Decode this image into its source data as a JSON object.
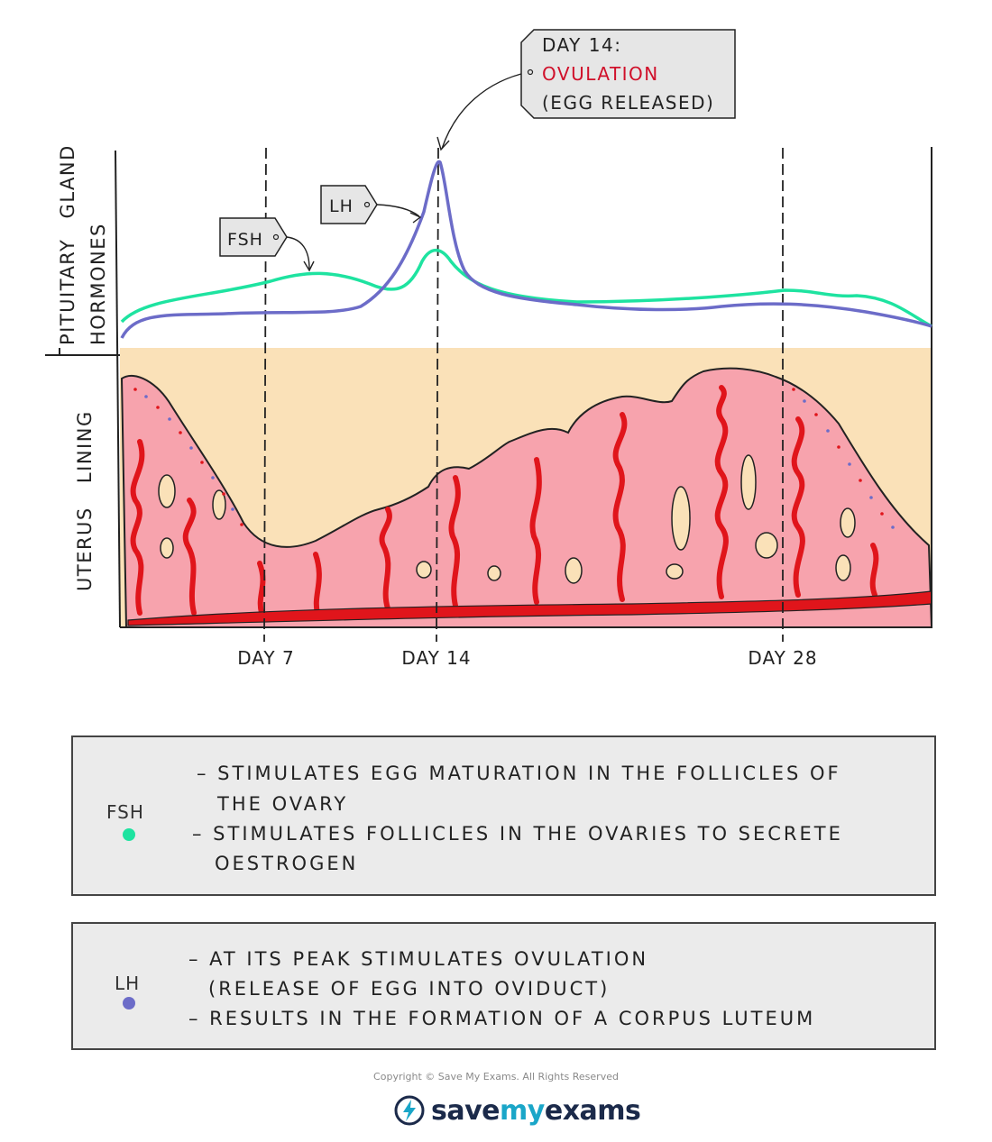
{
  "axis": {
    "pituitary_label_line1": "PITUITARY GLAND",
    "pituitary_label_line2": "HORMONES",
    "uterus_label": "UTERUS LINING",
    "day_labels": [
      "DAY 7",
      "DAY 14",
      "DAY 28"
    ]
  },
  "callouts": {
    "ovulation": {
      "line1": "DAY 14:",
      "line2": "OVULATION",
      "line3": "(EGG RELEASED)",
      "highlight_color": "#d0102a"
    },
    "lh_tag": "LH",
    "fsh_tag": "FSH"
  },
  "colors": {
    "fsh": "#1ee3a0",
    "lh": "#6c6cc8",
    "lining": "#f7a3ad",
    "lining_background": "#fae1b8",
    "blood_vessel": "#e0151b"
  },
  "legend": {
    "fsh": {
      "name": "FSH",
      "lines": [
        "– STIMULATES  EGG  MATURATION  IN  THE  FOLLICLES  OF",
        "THE  OVARY",
        "– STIMULATES  FOLLICLES  IN  THE  OVARIES  TO  SECRETE",
        "OESTROGEN"
      ]
    },
    "lh": {
      "name": "LH",
      "lines": [
        "– AT  ITS  PEAK  STIMULATES  OVULATION",
        "(RELEASE  OF  EGG  INTO  OVIDUCT)",
        "– RESULTS  IN  THE  FORMATION  OF  A  CORPUS  LUTEUM"
      ]
    }
  },
  "footer": {
    "copyright": "Copyright © Save My Exams. All Rights Reserved",
    "brand_part1": "save",
    "brand_part2": "my",
    "brand_part3": "exams"
  }
}
